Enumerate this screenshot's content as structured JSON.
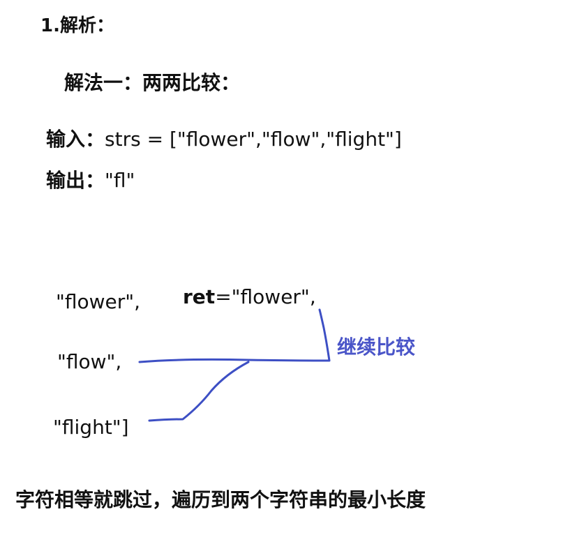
{
  "section_title": "1.解析：",
  "method_title": "解法一：两两比较：",
  "io": {
    "input_label": "输入：",
    "input_value": "strs = [\"flower\",\"flow\",\"flight\"]",
    "output_label": "输出：",
    "output_value": "\"fl\""
  },
  "diagram": {
    "strings": [
      "\"flower\",",
      "\"flow\",",
      "\"flight\"]"
    ],
    "ret_keyword": "ret",
    "ret_value": "=\"flower\",",
    "annotation": "继续比较"
  },
  "conclusion": "字符相等就跳过，遍历到两个字符串的最小长度",
  "colors": {
    "text": "#111111",
    "annotation": "#4a55c8",
    "stroke": "#3d4fc4"
  }
}
